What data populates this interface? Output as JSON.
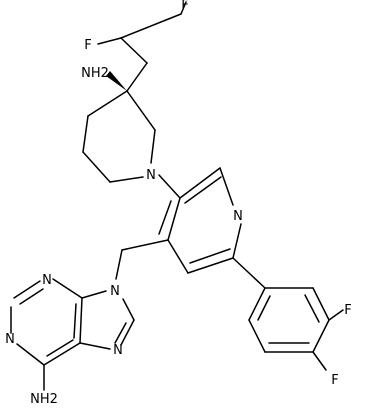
{
  "molecule": {
    "atoms": [
      {
        "id": "F1",
        "label": "F"
      },
      {
        "id": "F2",
        "label": "F"
      },
      {
        "id": "N_amine",
        "label": "NH2"
      },
      {
        "id": "N_pip",
        "label": "N"
      },
      {
        "id": "N_py",
        "label": "N"
      },
      {
        "id": "F3",
        "label": "F"
      },
      {
        "id": "F4",
        "label": "F"
      },
      {
        "id": "N9",
        "label": "N"
      },
      {
        "id": "N3",
        "label": "N"
      },
      {
        "id": "N1",
        "label": "N"
      },
      {
        "id": "N7",
        "label": "N"
      },
      {
        "id": "N_adenine_amine",
        "label": "NH2"
      }
    ]
  }
}
